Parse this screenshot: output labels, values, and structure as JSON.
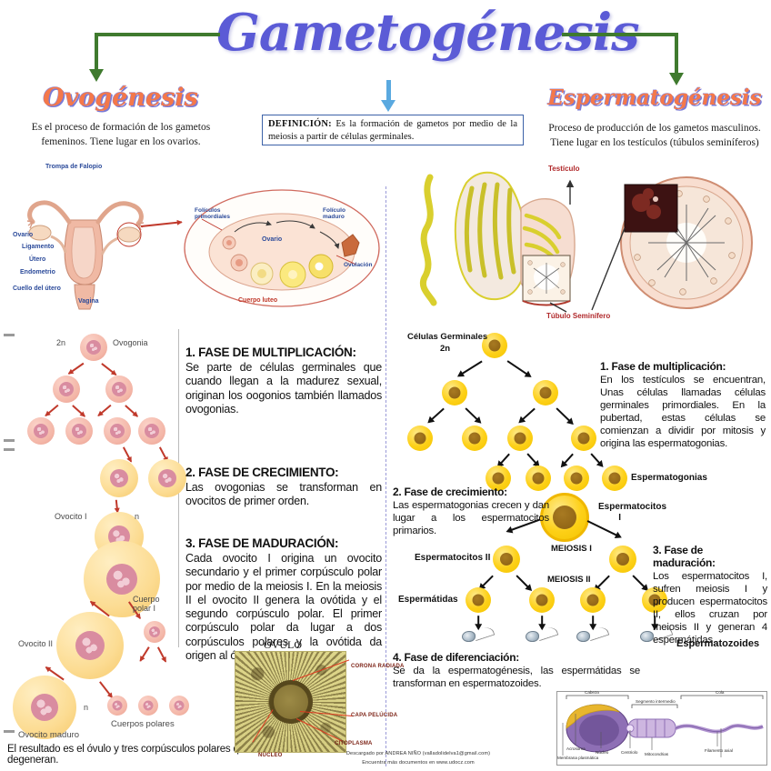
{
  "header": {
    "title": "Gametogénesis",
    "definition_label": "DEFINICIÓN:",
    "definition_text": "Es la formación de gametos por medio de la meiosis a partir de células germinales."
  },
  "ovogenesis": {
    "title": "Ovogénesis",
    "lead": "Es el proceso de formación de los gametos femeninos. Tiene lugar en los ovarios.",
    "anatomy_labels": [
      "Trompa de Falopio",
      "Ovario",
      "Ligamento",
      "Útero",
      "Endometrio",
      "Cuello del útero",
      "Vagina",
      "Folículos primordiales",
      "Ovario",
      "Folículo maduro",
      "Ovulación",
      "Cuerpo luteo"
    ],
    "diagram_labels": {
      "ploidy_2n": "2n",
      "ovogonia": "Ovogonia",
      "ovocito_i": "Ovocito I",
      "ovocito_ii": "Ovocito II",
      "ovocito_maduro": "Ovocito maduro",
      "cuerpo_polar_i": "Cuerpo polar I",
      "cuerpos_polares": "Cuerpos polares",
      "n1": "n",
      "n2": "n",
      "n3": "n"
    },
    "phases": [
      {
        "heading": "1. FASE DE MULTIPLICACIÓN:",
        "body": "Se parte de células germinales que cuando llegan a la madurez sexual, originan los oogonios también llamados ovogonias."
      },
      {
        "heading": "2. FASE DE CRECIMIENTO:",
        "body": "Las ovogonias se transforman en ovocitos de primer orden."
      },
      {
        "heading": "3. FASE DE MADURACIÓN:",
        "body": "Cada ovocito I origina un ovocito secundario y el primer corpúsculo polar por medio de la meiosis I. En la meiosis II el ovocito II genera la ovótida y el segundo corpúsculo polar. El primer corpúsculo polar da lugar a dos corpúsculos polares y la ovótida da origen al óvulo."
      }
    ],
    "conclusion": "El resultado es el óvulo y tres corpúsculos polares que degeneran.",
    "ovum": {
      "title": "ÓVULO",
      "labels": [
        "CORONA RADIADA",
        "CAPA PELÚCIDA",
        "CITOPLASMA",
        "NÚCLEO"
      ]
    }
  },
  "espermatogenesis": {
    "title": "Espermatogénesis",
    "lead": "Proceso de producción de los gametos masculinos. Tiene lugar en los testículos (túbulos seminíferos)",
    "anatomy_labels": [
      "Testículo",
      "Túbulo Seminífero"
    ],
    "diagram_labels": {
      "celulas_germinales": "Células Germinales",
      "ploidy_2n": "2n",
      "espermatogonias": "Espermatogonias",
      "espermatocitos_i": "Espermatocitos I",
      "meiosis_i": "MEIOSIS I",
      "espermatocitos_ii": "Espermatocitos II",
      "meiosis_ii": "MEIOSIS II",
      "espermatidas": "Espermátidas",
      "espermatozoides": "Espermatozoides"
    },
    "phases": [
      {
        "heading": "1. Fase de multiplicación:",
        "body": "En los testículos se encuentran, Unas células llamadas células germinales primordiales. En la pubertad, estas células se comienzan a dividir por mitosis y origina las espermatogonias."
      },
      {
        "heading": "2. Fase de crecimiento:",
        "body": "Las espermatogonias crecen y dan lugar a los espermatocitos primarios."
      },
      {
        "heading": "3. Fase de maduración:",
        "body": "Los espermatocitos I, sufren meiosis I y producen espermatocitos II, ellos cruzan por meiosis II y generan 4 espermátidas."
      },
      {
        "heading": "4. Fase de diferenciación:",
        "body": "Se da la espermatogénesis, las espermátidas se transforman en espermatozoides."
      }
    ],
    "sperm_diagram_labels": [
      "Cabeza",
      "Segmento intermedio",
      "Cola",
      "Acrosoma",
      "Núcleo",
      "Centriolo",
      "Mitocondrias",
      "Filamento axial",
      "Membrana plasmática"
    ]
  },
  "footer": {
    "line1": "Descargado por ANDREA NIÑO (valladolidelva1@gmail.com)",
    "line2": "Encuentra más documentos en www.udocz.com"
  },
  "colors": {
    "title": "#5b5bd6",
    "script_orange": "#f4784a",
    "arrow_green": "#3f7a2e",
    "arrow_blue": "#5aa9e0",
    "cell_yellow": "#fdd017",
    "cell_pink": "#f3b5a6",
    "def_border": "#3c62a8"
  }
}
